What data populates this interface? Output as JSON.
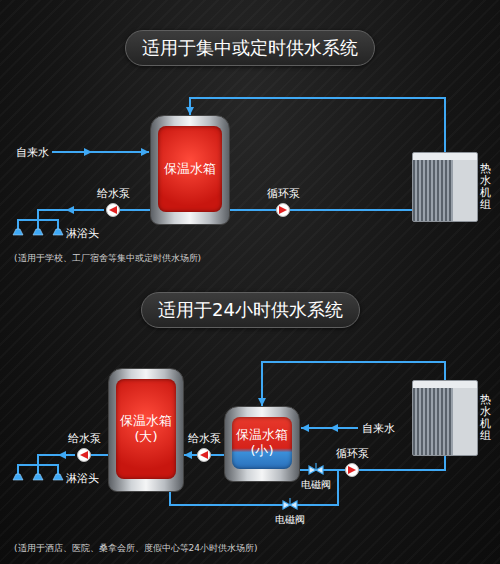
{
  "diagram": {
    "nodes": [
      {
        "text": [
          "适用于集中或定时供水系统"
        ]
      },
      {
        "text": [
          "保温水箱"
        ]
      },
      {
        "text": [
          "给水泵"
        ]
      },
      {
        "text": [
          "循环泵"
        ]
      },
      {
        "text": [
          "热水机组"
        ]
      },
      {
        "text": [
          "适用于24小时供水系统"
        ]
      },
      {
        "text": [
          "保温水箱 (大)"
        ]
      },
      {
        "text": [
          "保温水箱 (小)"
        ]
      },
      {
        "text": [
          "给水泵"
        ]
      },
      {
        "text": [
          "给水泵"
        ]
      },
      {
        "text": [
          "循环泵"
        ]
      },
      {
        "text": [
          "热水机组"
        ]
      },
      {
        "text": [
          "电磁阀"
        ]
      },
      {
        "text": [
          "电磁阀"
        ]
      }
    ],
    "edges": [
      {
        "from": 4,
        "to": 1,
        "arrow": "to"
      },
      {
        "from": 1,
        "to": 2,
        "arrow": "none"
      },
      {
        "from": 1,
        "to": 3,
        "arrow": "none"
      },
      {
        "from": 3,
        "to": 4,
        "arrow": "none"
      },
      {
        "from": 11,
        "to": 7,
        "arrow": "to"
      },
      {
        "from": 7,
        "to": 9,
        "arrow": "none"
      },
      {
        "from": 9,
        "to": 6,
        "arrow": "to"
      },
      {
        "from": 6,
        "to": 8,
        "arrow": "none"
      },
      {
        "from": 7,
        "to": 12,
        "arrow": "none"
      },
      {
        "from": 12,
        "to": 10,
        "arrow": "none"
      },
      {
        "from": 10,
        "to": 11,
        "arrow": "none"
      },
      {
        "from": 6,
        "to": 13,
        "arrow": "none"
      },
      {
        "from": 13,
        "to": 10,
        "arrow": "none"
      }
    ],
    "labels": [
      "自来水",
      "淋浴头",
      "(适用于学校、工厂宿舍等集中或定时供水场所)",
      "自来水",
      "淋浴头",
      "(适用于酒店、医院、桑拿会所、度假中心等24小时供水场所)"
    ]
  }
}
